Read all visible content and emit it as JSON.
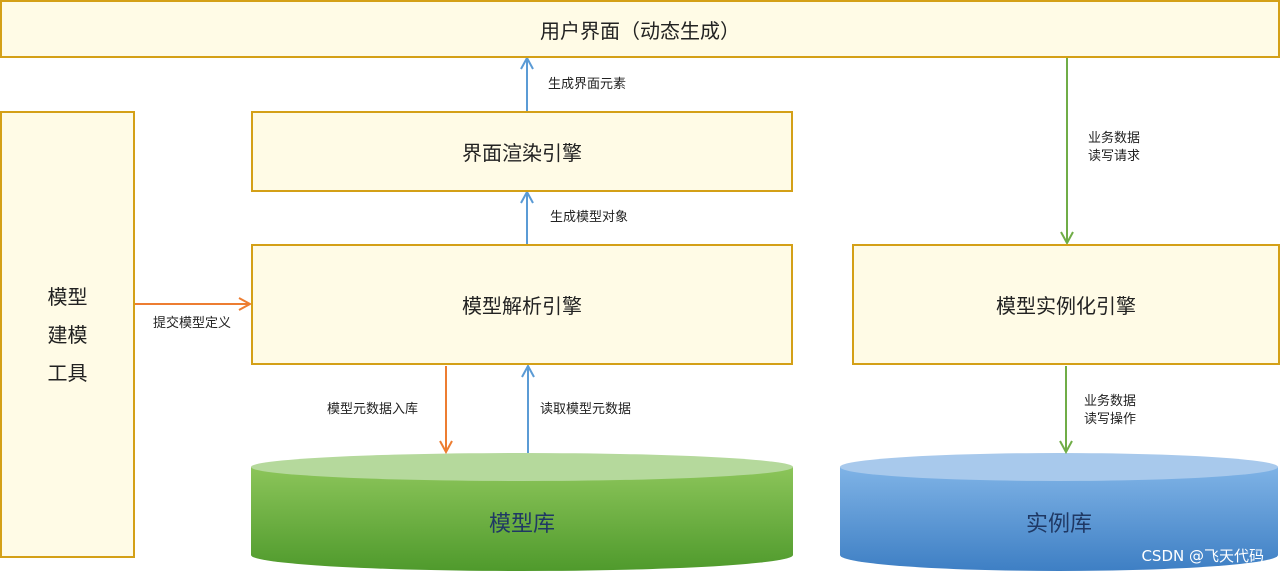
{
  "boxes": {
    "ui": "用户界面（动态生成）",
    "render": "界面渲染引擎",
    "parse": "模型解析引擎",
    "instance": "模型实例化引擎",
    "tool_lines": [
      "模型",
      "建模",
      "工具"
    ]
  },
  "cylinders": {
    "model_db": "模型库",
    "instance_db": "实例库"
  },
  "arrows": {
    "gen_ui": "生成界面元素",
    "gen_model": "生成模型对象",
    "submit": "提交模型定义",
    "store": "模型元数据入库",
    "read": "读取模型元数据",
    "biz_request": [
      "业务数据",
      "读写请求"
    ],
    "biz_op": [
      "业务数据",
      "读写操作"
    ]
  },
  "colors": {
    "box_fill": "#fffbe6",
    "box_border": "#d4a017",
    "blue_arrow": "#5b9bd5",
    "orange_arrow": "#ed7d31",
    "green_arrow": "#70ad47",
    "green_cylinder": "#70ad47",
    "blue_cylinder": "#5b9bd5"
  },
  "watermark": "CSDN @飞天代码"
}
